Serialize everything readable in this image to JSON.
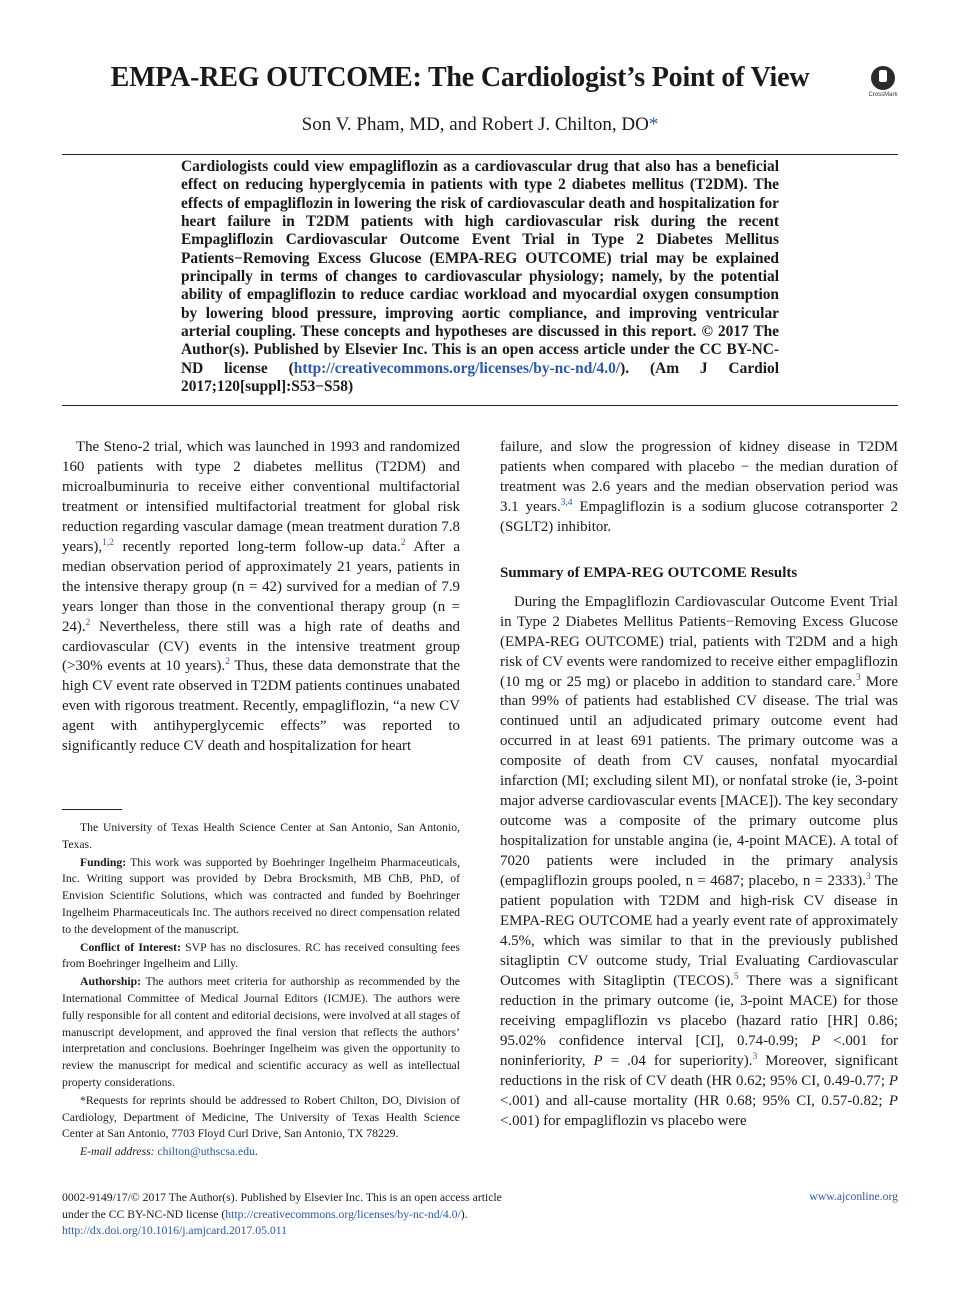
{
  "header": {
    "title": "EMPA-REG OUTCOME: The Cardiologist’s Point of View",
    "authors": "Son V. Pham, MD, and Robert J. Chilton, DO",
    "author_mark": "*",
    "crossmark_label": "CrossMark"
  },
  "abstract": {
    "text": "Cardiologists could view empagliflozin as a cardiovascular drug that also has a beneficial effect on reducing hyperglycemia in patients with type 2 diabetes mellitus (T2DM). The effects of empagliflozin in lowering the risk of cardiovascular death and hospitalization for heart failure in T2DM patients with high cardiovascular risk during the recent Empagliflozin Cardiovascular Outcome Event Trial in Type 2 Diabetes Mellitus Patients−Removing Excess Glucose (EMPA-REG OUTCOME) trial may be explained principally in terms of changes to cardiovascular physiology; namely, by the potential ability of empagliflozin to reduce cardiac workload and myocardial oxygen consumption by lowering blood pressure, improving aortic compliance, and improving ventricular arterial coupling. These concepts and hypotheses are discussed in this report.   © 2017 The Author(s). Published by Elsevier Inc. This is an open access article under the CC BY-NC-ND license (",
    "license_link": "http://creativecommons.org/licenses/by-nc-nd/4.0/",
    "citation": ").  (Am J Cardiol 2017;120[suppl]:S53−S58)"
  },
  "left_column": {
    "p1_a": "The Steno-2 trial, which was launched in 1993 and randomized 160 patients with type 2 diabetes mellitus (T2DM) and microalbuminuria to receive either conventional multifactorial treatment or intensified multifactorial treatment for global risk reduction regarding vascular damage (mean treatment duration 7.8 years),",
    "ref_1_2": "1,2",
    "p1_b": " recently reported long-term follow-up data.",
    "ref_2a": "2",
    "p1_c": " After a median observation period of approximately 21 years, patients in the intensive therapy group (n = 42) survived for a median of 7.9 years longer than those in the conventional therapy group (n = 24).",
    "ref_2b": "2",
    "p1_d": " Nevertheless, there still was a high rate of deaths and cardiovascular (CV) events in the intensive treatment group (>30% events at 10 years).",
    "ref_2c": "2",
    "p1_e": " Thus, these data demonstrate that the high CV event rate observed in T2DM patients continues unabated even with rigorous treatment. Recently, empagliflozin, “a new CV agent with antihyperglycemic effects” was reported to significantly reduce CV death and hospitalization for heart"
  },
  "footnotes": {
    "affiliation": "The University of Texas Health Science Center at San Antonio, San Antonio, Texas.",
    "funding_label": "Funding:",
    "funding": " This work was supported by Boehringer Ingelheim Pharmaceuticals, Inc. Writing support was provided by Debra Brocksmith, MB ChB, PhD, of Envision Scientific Solutions, which was contracted and funded by Boehringer Ingelheim Pharmaceuticals Inc. The authors received no direct compensation related to the development of the manuscript.",
    "conflict_label": "Conflict of Interest:",
    "conflict": " SVP has no disclosures. RC has received consulting fees from Boehringer Ingelheim and Lilly.",
    "authorship_label": "Authorship:",
    "authorship": " The authors meet criteria for authorship as recommended by the International Committee of Medical Journal Editors (ICMJE). The authors were fully responsible for all content and editorial decisions, were involved at all stages of manuscript development, and approved the final version that reflects the authors’ interpretation and conclusions. Boehringer Ingelheim was given the opportunity to review the manuscript for medical and scientific accuracy as well as intellectual property considerations.",
    "reprints": "*Requests for reprints should be addressed to Robert Chilton, DO, Division of Cardiology, Department of Medicine, The University of Texas Health Science Center at San Antonio, 7703 Floyd Curl Drive, San Antonio, TX 78229.",
    "email_label": "E-mail address:",
    "email": "chilton@uthscsa.edu",
    "email_end": "."
  },
  "right_column": {
    "p0_a": "failure, and slow the progression of kidney disease in T2DM patients when compared with placebo − the median duration of treatment was 2.6 years and the median observation period was 3.1 years.",
    "ref_3_4": "3,4",
    "p0_b": " Empagliflozin is a sodium glucose cotransporter 2 (SGLT2) inhibitor.",
    "heading": "Summary of EMPA-REG OUTCOME Results",
    "p1_a": "During the Empagliflozin Cardiovascular Outcome Event Trial in Type 2 Diabetes Mellitus Patients−Removing Excess Glucose (EMPA-REG OUTCOME) trial, patients with T2DM and a high risk of CV events were randomized to receive either empagliflozin (10 mg or 25 mg) or placebo in addition to standard care.",
    "ref_3a": "3",
    "p1_b": " More than 99% of patients had established CV disease. The trial was continued until an adjudicated primary outcome event had occurred in at least 691 patients. The primary outcome was a composite of death from CV causes, nonfatal myocardial infarction (MI; excluding silent MI), or nonfatal stroke (ie, 3-point major adverse cardiovascular events [MACE]). The key secondary outcome was a composite of the primary outcome plus hospitalization for unstable angina (ie, 4-point MACE). A total of 7020 patients were included in the primary analysis (empagliflozin groups pooled, n = 4687; placebo, n = 2333).",
    "ref_3b": "3",
    "p1_c": " The patient population with T2DM and high-risk CV disease in EMPA-REG OUTCOME had a yearly event rate of approximately 4.5%, which was similar to that in the previously published sitagliptin CV outcome study, Trial Evaluating Cardiovascular Outcomes with Sitagliptin (TECOS).",
    "ref_5": "5",
    "p1_d": " There was a significant reduction in the primary outcome (ie, 3-point MACE) for those receiving empagliflozin vs placebo (hazard ratio [HR] 0.86; 95.02% confidence interval [CI], 0.74-0.99; ",
    "p_italic": "P",
    "p1_e": " <.001 for noninferiority, ",
    "p1_f": " = .04 for superiority).",
    "ref_3c": "3",
    "p1_g": " Moreover, significant reductions in the risk of CV death (HR 0.62; 95% CI, 0.49-0.77; ",
    "p1_h": " <.001) and all-cause mortality (HR 0.68; 95% CI, 0.57-0.82; ",
    "p1_i": " <.001) for empagliflozin vs placebo were"
  },
  "footer": {
    "line1": "0002-9149/17/© 2017 The Author(s). Published by Elsevier Inc. This is an open access article",
    "line2_a": "under the CC BY-NC-ND license (",
    "line2_link": "http://creativecommons.org/licenses/by-nc-nd/4.0/",
    "line2_b": ").",
    "doi": "http://dx.doi.org/10.1016/j.amjcard.2017.05.011",
    "journal_url": "www.ajconline.org"
  },
  "colors": {
    "link": "#2a57b0",
    "text": "#1a1a1a"
  }
}
